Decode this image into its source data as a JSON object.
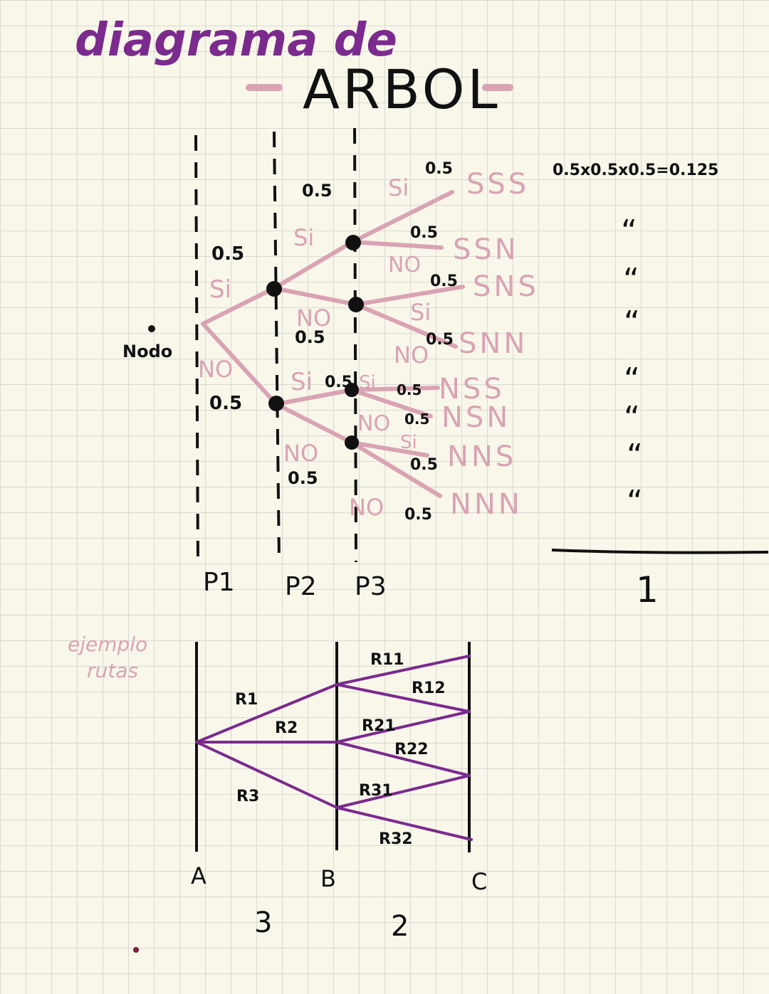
{
  "title": {
    "line1": "diagrama de",
    "line2": "ARBOL"
  },
  "tree": {
    "root_label": "Nodo",
    "levels": [
      "P1",
      "P2",
      "P3"
    ],
    "level1_branches": [
      {
        "label": "Si",
        "prob": "0.5"
      },
      {
        "label": "NO",
        "prob": "0.5"
      }
    ],
    "level2_branches": [
      {
        "label": "Si",
        "prob": "0.5"
      },
      {
        "label": "NO",
        "prob": "0.5"
      },
      {
        "label": "Si",
        "prob": "0.5"
      },
      {
        "label": "NO",
        "prob": "0.5"
      }
    ],
    "level3_branches": [
      {
        "label": "Si",
        "prob": "0.5"
      },
      {
        "label": "NO",
        "prob": "0.5"
      },
      {
        "label": "Si",
        "prob": "0.5"
      },
      {
        "label": "NO",
        "prob": "0.5"
      },
      {
        "label": "Si",
        "prob": "0.5"
      },
      {
        "label": "NO",
        "prob": "0.5"
      },
      {
        "label": "Si",
        "prob": "0.5"
      },
      {
        "label": "NO",
        "prob": "0.5"
      }
    ],
    "outcomes": [
      "SSS",
      "SSN",
      "SNS",
      "SNN",
      "NSS",
      "NSN",
      "NNS",
      "NNN"
    ],
    "calculation": "0.5x0.5x0.5=0.125",
    "ditto_marks": [
      "“",
      "“",
      "“",
      "“",
      "“",
      "“",
      "“"
    ],
    "total": "1"
  },
  "routes": {
    "side_note": [
      "ejemplo",
      "rutas"
    ],
    "points": [
      "A",
      "B",
      "C"
    ],
    "ab_routes": [
      "R1",
      "R2",
      "R3"
    ],
    "bc_routes": [
      "R11",
      "R12",
      "R21",
      "R22",
      "R31",
      "R32"
    ],
    "counts": [
      "3",
      "2"
    ]
  },
  "colors": {
    "pink": "#d9a3b3",
    "purple": "#7b2a8e",
    "ink": "#111111"
  }
}
